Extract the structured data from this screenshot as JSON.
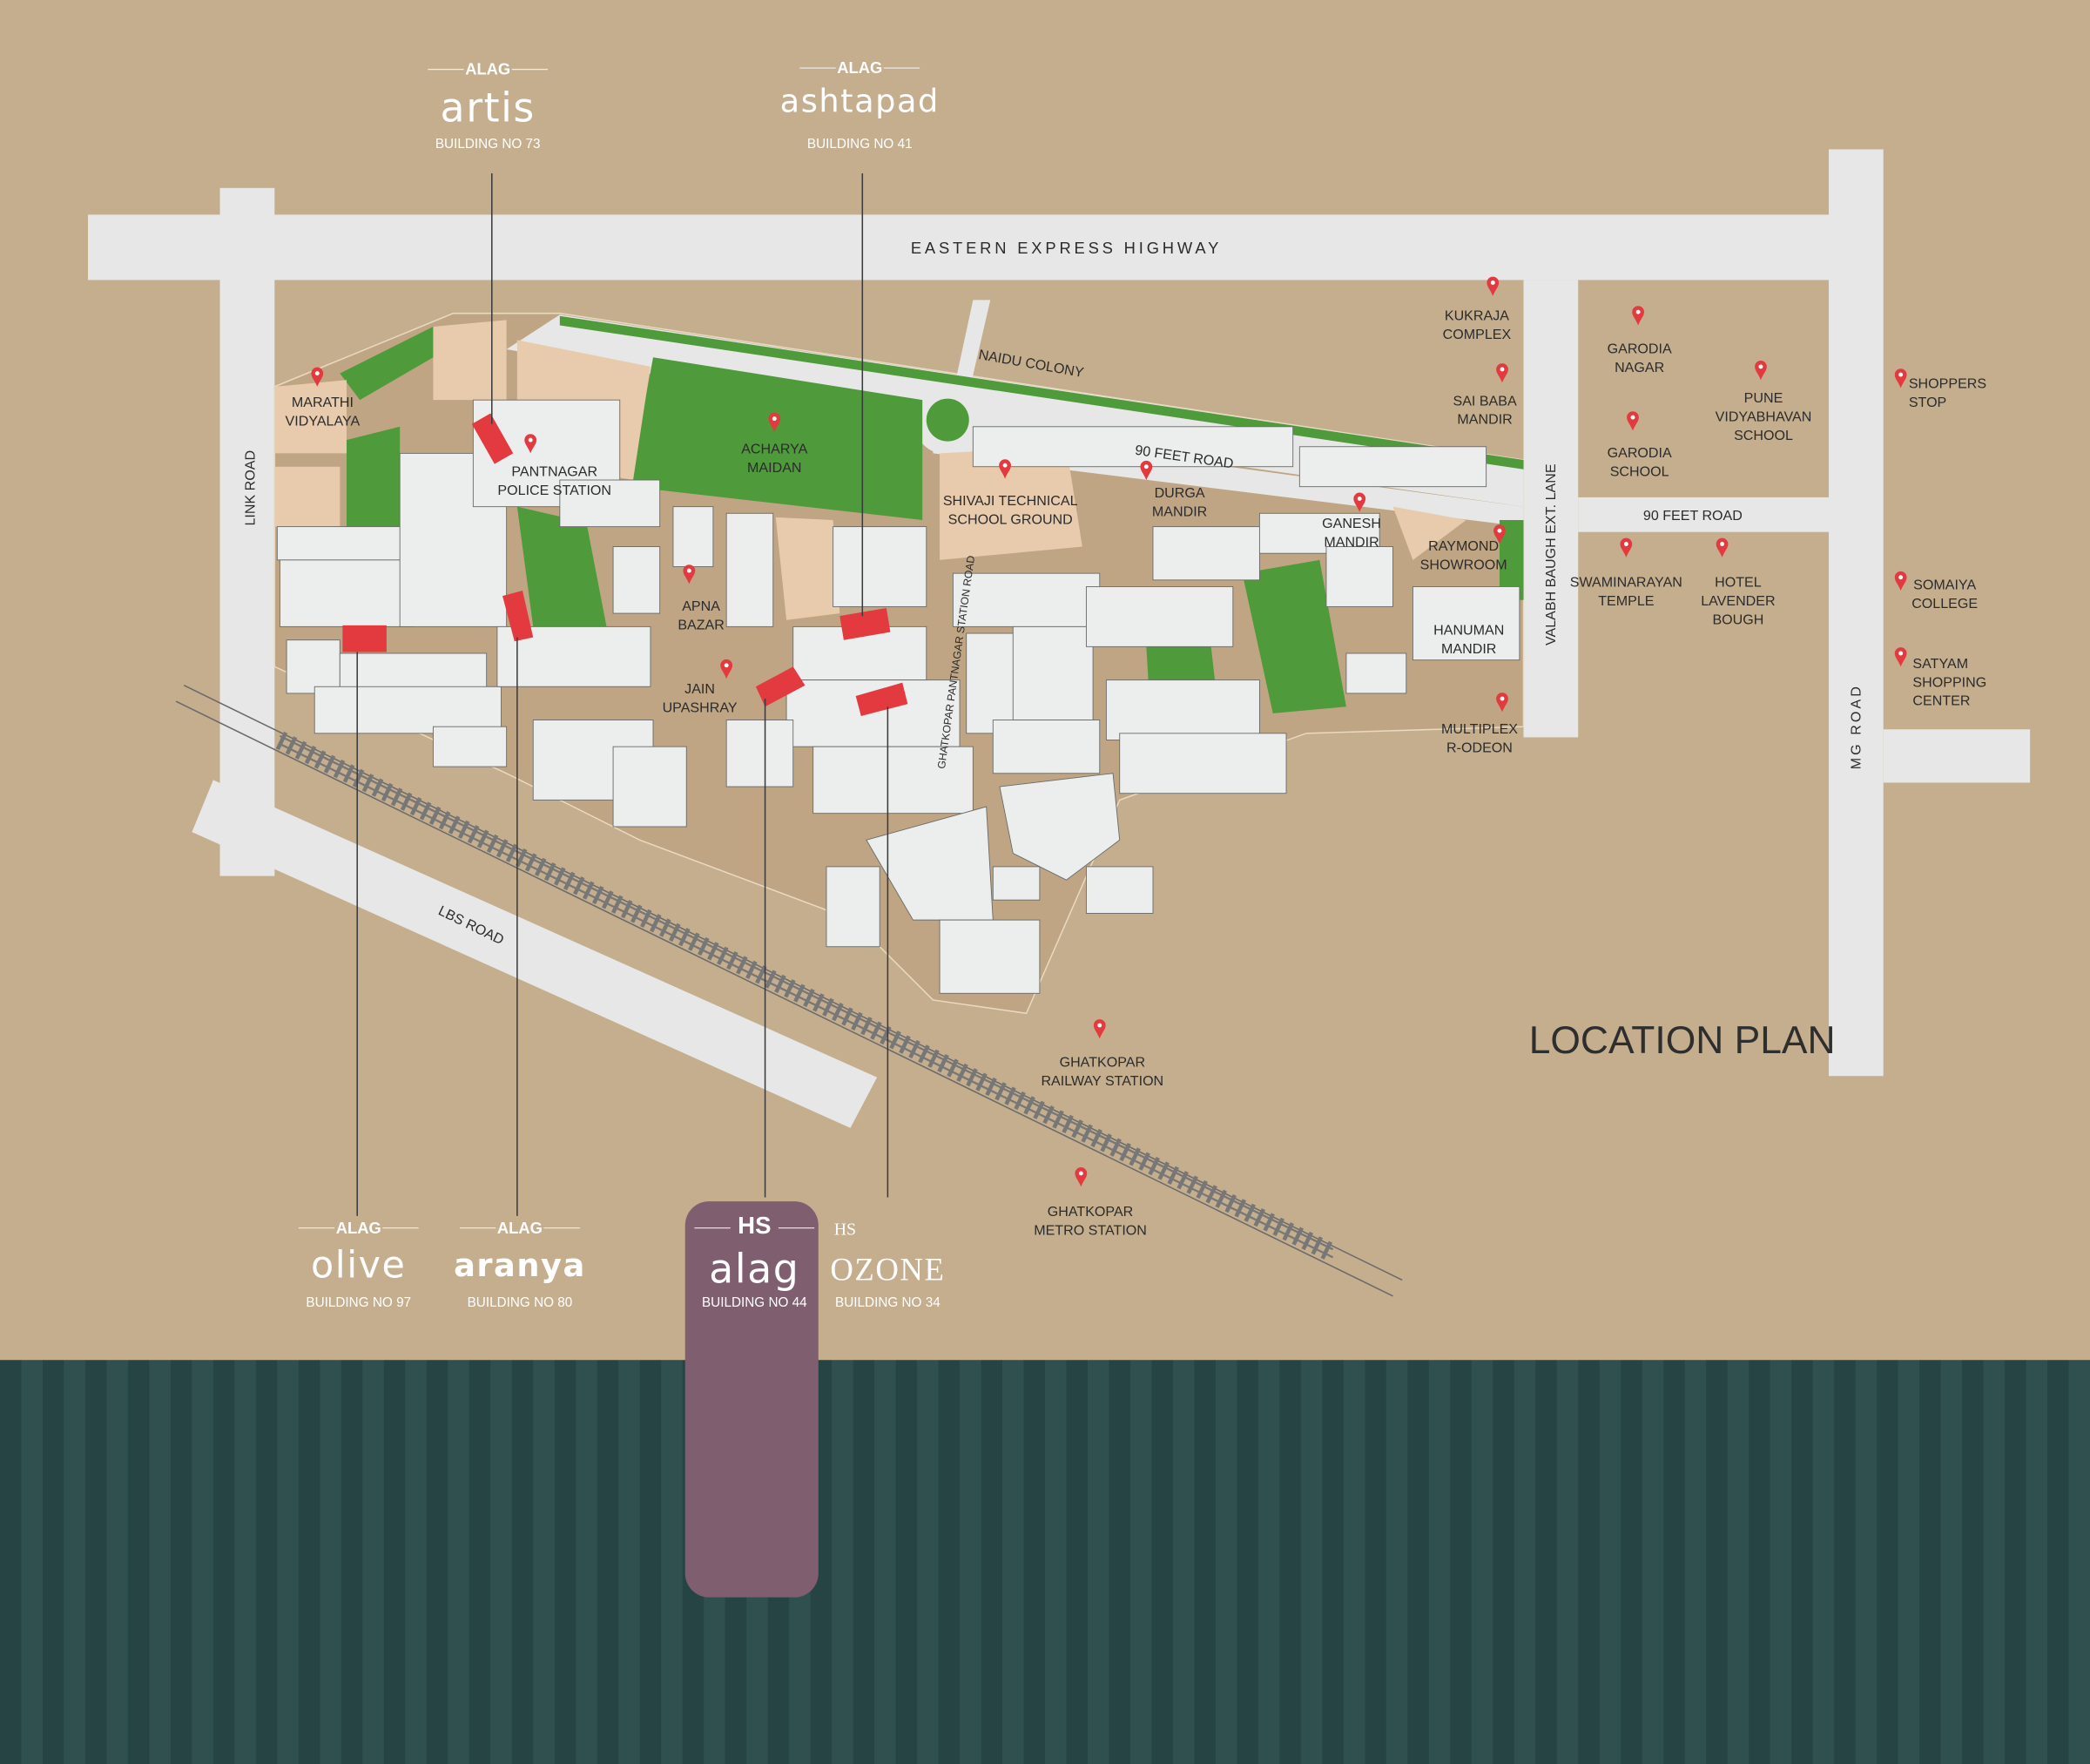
{
  "title": "LOCATION PLAN",
  "colors": {
    "background": "#c5ae8e",
    "road": "#e6e7e6",
    "green": "#4f9a3a",
    "plot": "#e8cbac",
    "building": "#eceeee",
    "highlight": "#e23a3e",
    "pin": "#e23a3e",
    "card": "#7f5f6f",
    "stripe_dark": "#264443",
    "stripe_light": "#2f504e"
  },
  "roads": {
    "highway": "EASTERN EXPRESS HIGHWAY",
    "naidu": "NAIDU COLONY",
    "feet90_a": "90 FEET ROAD",
    "feet90_b": "90 FEET ROAD",
    "link": "LINK ROAD",
    "valabh": "VALABH BAUGH EXT. LANE",
    "mg": "MG ROAD",
    "lbs": "LBS ROAD",
    "station": "GHATKOPAR PANTNAGAR STATION ROAD"
  },
  "landmarks": [
    {
      "lines": [
        "MARATHI",
        "VIDYALAYA"
      ],
      "icon": "map-pin-icon"
    },
    {
      "lines": [
        "PANTNAGAR",
        "POLICE STATION"
      ],
      "icon": "map-pin-icon"
    },
    {
      "lines": [
        "ACHARYA",
        "MAIDAN"
      ],
      "icon": "map-pin-icon"
    },
    {
      "lines": [
        "APNA",
        "BAZAR"
      ],
      "icon": "map-pin-icon"
    },
    {
      "lines": [
        "JAIN",
        "UPASHRAY"
      ],
      "icon": "map-pin-icon"
    },
    {
      "lines": [
        "SHIVAJI TECHNICAL",
        "SCHOOL GROUND"
      ],
      "icon": "map-pin-icon"
    },
    {
      "lines": [
        "DURGA",
        "MANDIR"
      ],
      "icon": "map-pin-icon"
    },
    {
      "lines": [
        "GANESH",
        "MANDIR"
      ],
      "icon": "map-pin-icon"
    },
    {
      "lines": [
        "KUKRAJA",
        "COMPLEX"
      ],
      "icon": "map-pin-icon"
    },
    {
      "lines": [
        "SAI BABA",
        "MANDIR"
      ],
      "icon": "map-pin-icon"
    },
    {
      "lines": [
        "RAYMOND",
        "SHOWROOM"
      ],
      "icon": "map-pin-icon"
    },
    {
      "lines": [
        "HANUMAN",
        "MANDIR"
      ]
    },
    {
      "lines": [
        "MULTIPLEX",
        "R-ODEON"
      ],
      "icon": "map-pin-icon"
    },
    {
      "lines": [
        "GARODIA",
        "NAGAR"
      ],
      "icon": "map-pin-icon"
    },
    {
      "lines": [
        "GARODIA",
        "SCHOOL"
      ],
      "icon": "map-pin-icon"
    },
    {
      "lines": [
        "PUNE",
        "VIDYABHAVAN",
        "SCHOOL"
      ],
      "icon": "map-pin-icon"
    },
    {
      "lines": [
        "SHOPPERS",
        "STOP"
      ],
      "icon": "map-pin-icon"
    },
    {
      "lines": [
        "SWAMINARAYAN",
        "TEMPLE"
      ],
      "icon": "map-pin-icon"
    },
    {
      "lines": [
        "HOTEL",
        "LAVENDER",
        "BOUGH"
      ],
      "icon": "map-pin-icon"
    },
    {
      "lines": [
        "SOMAIYA",
        "COLLEGE"
      ],
      "icon": "map-pin-icon"
    },
    {
      "lines": [
        "SATYAM",
        "SHOPPING",
        "CENTER"
      ],
      "icon": "map-pin-icon"
    },
    {
      "lines": [
        "GHATKOPAR",
        "RAILWAY STATION"
      ],
      "icon": "map-pin-icon"
    },
    {
      "lines": [
        "GHATKOPAR",
        "METRO STATION"
      ],
      "icon": "map-pin-icon"
    }
  ],
  "projects": [
    {
      "brand": "ALAG",
      "name": "artis",
      "building": "BUILDING NO 73"
    },
    {
      "brand": "ALAG",
      "name": "ashtapad",
      "building": "BUILDING NO 41"
    },
    {
      "brand": "ALAG",
      "name": "olive",
      "building": "BUILDING NO 97"
    },
    {
      "brand": "ALAG",
      "name": "aranya",
      "building": "BUILDING NO 80"
    },
    {
      "brand": "HS",
      "name": "alag",
      "building": "BUILDING NO 44",
      "selected": true
    },
    {
      "brand": "HS",
      "name": "OZONE",
      "building": "BUILDING NO 34"
    }
  ]
}
